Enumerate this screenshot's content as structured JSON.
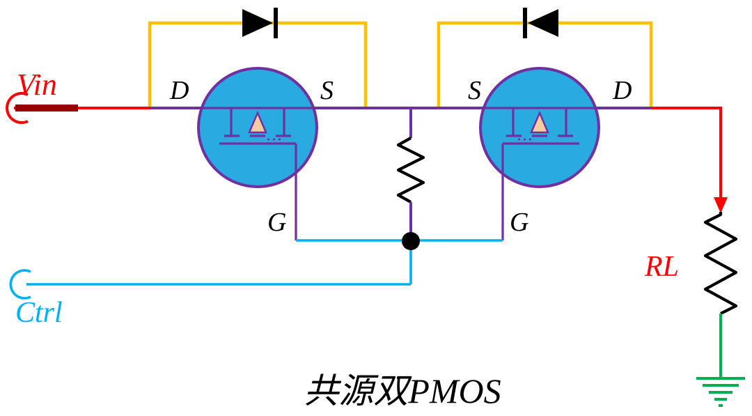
{
  "diagram": {
    "title": "共源双PMOS",
    "ports": {
      "input_label": "Vin",
      "control_label": "Ctrl"
    },
    "load": {
      "label": "RL"
    },
    "transistors": {
      "left": {
        "left_pin": "D",
        "right_pin": "S",
        "gate_pin": "G"
      },
      "right": {
        "left_pin": "S",
        "right_pin": "D",
        "gate_pin": "G"
      }
    }
  },
  "colors": {
    "vin_wire": "#ff0000",
    "vin_wire_dark": "#990000",
    "ctrl_wire": "#00b0f0",
    "diode_wire": "#ffc000",
    "mosfet_outline": "#7030a0",
    "mosfet_fill": "#29abe2",
    "body_arrow_fill": "#f7caa0",
    "resistor": "#000000",
    "ground": "#00b050",
    "label_red": "#ff0000",
    "label_black": "#000000"
  }
}
